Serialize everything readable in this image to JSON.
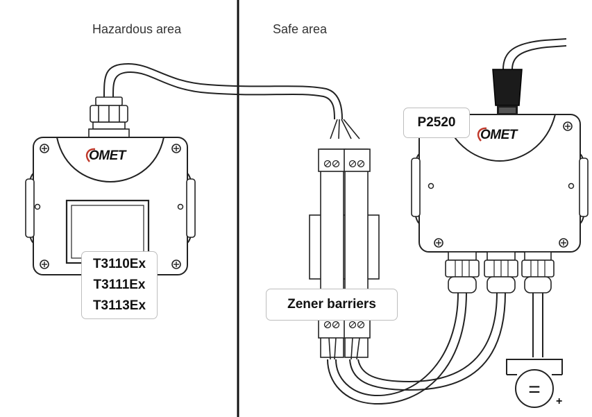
{
  "areas": {
    "hazardous_label": "Hazardous area",
    "safe_label": "Safe area"
  },
  "transmitter": {
    "logo": "OMET",
    "models": [
      "T3110Ex",
      "T3111Ex",
      "T3113Ex"
    ]
  },
  "barriers": {
    "label": "Zener barriers"
  },
  "converter": {
    "model": "P2520",
    "logo": "OMET"
  },
  "power_supply": {
    "symbol": "=",
    "polarity": "+"
  },
  "colors": {
    "outline": "#222222",
    "housing": "#ffffff",
    "divider": "#111111",
    "logo_accent": "#c0392b"
  }
}
